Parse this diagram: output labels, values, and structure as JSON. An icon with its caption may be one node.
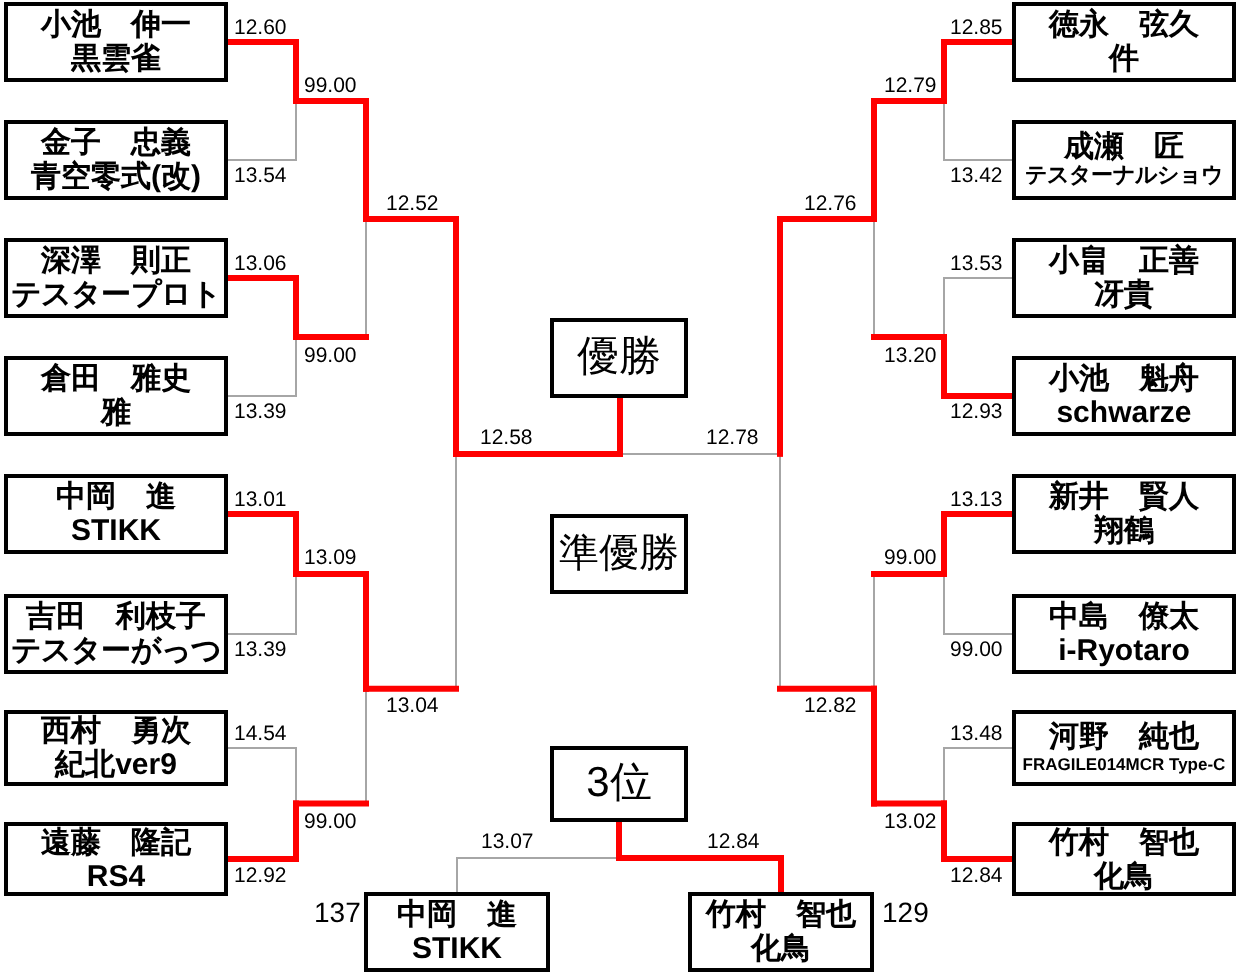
{
  "diagram": {
    "nodes": [
      {
        "text": [
          "小池　伸一",
          "黒雲雀"
        ]
      },
      {
        "text": [
          "金子　忠義",
          "青空零式(改)"
        ]
      },
      {
        "text": [
          "深澤　則正",
          "テスタープロト"
        ]
      },
      {
        "text": [
          "倉田　雅史",
          "雅"
        ]
      },
      {
        "text": [
          "中岡　進",
          "STIKK"
        ]
      },
      {
        "text": [
          "吉田　利枝子",
          "テスターがっつ"
        ]
      },
      {
        "text": [
          "西村　勇次",
          "紀北ver9"
        ]
      },
      {
        "text": [
          "遠藤　隆記",
          "RS4"
        ]
      },
      {
        "text": [
          "徳永　弦久",
          "件"
        ]
      },
      {
        "text": [
          "成瀬　匠",
          "テスターナルショウ"
        ]
      },
      {
        "text": [
          "小畠　正善",
          "冴貴"
        ]
      },
      {
        "text": [
          "小池　魁舟",
          "schwarze"
        ]
      },
      {
        "text": [
          "新井　賢人",
          "翔鶴"
        ]
      },
      {
        "text": [
          "中島　僚太",
          "i-Ryotaro"
        ]
      },
      {
        "text": [
          "河野　純也",
          "FRAGILE014MCR Type-C"
        ]
      },
      {
        "text": [
          "竹村　智也",
          "化鳥"
        ]
      },
      {
        "text": [
          "優勝"
        ]
      },
      {
        "text": [
          "準優勝"
        ]
      },
      {
        "text": [
          "3位"
        ]
      },
      {
        "text": [
          "中岡　進",
          "STIKK"
        ],
        "beside": [
          "137"
        ]
      },
      {
        "text": [
          "竹村　智也",
          "化鳥"
        ],
        "beside": [
          "129"
        ]
      }
    ],
    "edges": [
      {
        "from": 0,
        "to": 16,
        "arrow": "none",
        "label": "12.60",
        "style": "thick",
        "color": "#ff0000"
      },
      {
        "from": 1,
        "to": 16,
        "arrow": "none",
        "label": "13.54",
        "color": "#a6a6a6"
      },
      {
        "from": 2,
        "to": 16,
        "arrow": "none",
        "label": "13.06",
        "style": "thick",
        "color": "#ff0000"
      },
      {
        "from": 3,
        "to": 16,
        "arrow": "none",
        "label": "13.39",
        "color": "#a6a6a6"
      },
      {
        "from": 4,
        "to": 16,
        "arrow": "none",
        "label": "13.01",
        "style": "thick",
        "color": "#ff0000"
      },
      {
        "from": 5,
        "to": 16,
        "arrow": "none",
        "label": "13.39",
        "color": "#a6a6a6"
      },
      {
        "from": 6,
        "to": 16,
        "arrow": "none",
        "label": "14.54",
        "color": "#a6a6a6"
      },
      {
        "from": 7,
        "to": 16,
        "arrow": "none",
        "label": "12.92",
        "style": "thick",
        "color": "#ff0000"
      },
      {
        "from": 8,
        "to": 16,
        "arrow": "none",
        "label": "12.85",
        "style": "thick",
        "color": "#ff0000"
      },
      {
        "from": 9,
        "to": 16,
        "arrow": "none",
        "label": "13.42",
        "color": "#a6a6a6"
      },
      {
        "from": 10,
        "to": 16,
        "arrow": "none",
        "label": "13.53",
        "color": "#a6a6a6"
      },
      {
        "from": 11,
        "to": 16,
        "arrow": "none",
        "label": "12.93",
        "style": "thick",
        "color": "#ff0000"
      },
      {
        "from": 12,
        "to": 16,
        "arrow": "none",
        "label": "13.13",
        "style": "thick",
        "color": "#ff0000"
      },
      {
        "from": 13,
        "to": 16,
        "arrow": "none",
        "label": "99.00",
        "color": "#a6a6a6"
      },
      {
        "from": 14,
        "to": 16,
        "arrow": "none",
        "label": "13.48",
        "color": "#a6a6a6"
      },
      {
        "from": 15,
        "to": 16,
        "arrow": "none",
        "label": "12.84",
        "style": "thick",
        "color": "#ff0000"
      },
      {
        "from": 19,
        "to": 18,
        "arrow": "none",
        "label": "13.07",
        "color": "#a6a6a6"
      },
      {
        "from": 20,
        "to": 18,
        "arrow": "none",
        "label": "12.84",
        "style": "thick",
        "color": "#ff0000"
      }
    ],
    "labels": [
      "99.00",
      "12.79",
      "12.52",
      "12.76",
      "99.00",
      "13.20",
      "12.58",
      "12.78",
      "13.09",
      "99.00",
      "13.04",
      "12.82",
      "99.00",
      "13.02"
    ]
  }
}
